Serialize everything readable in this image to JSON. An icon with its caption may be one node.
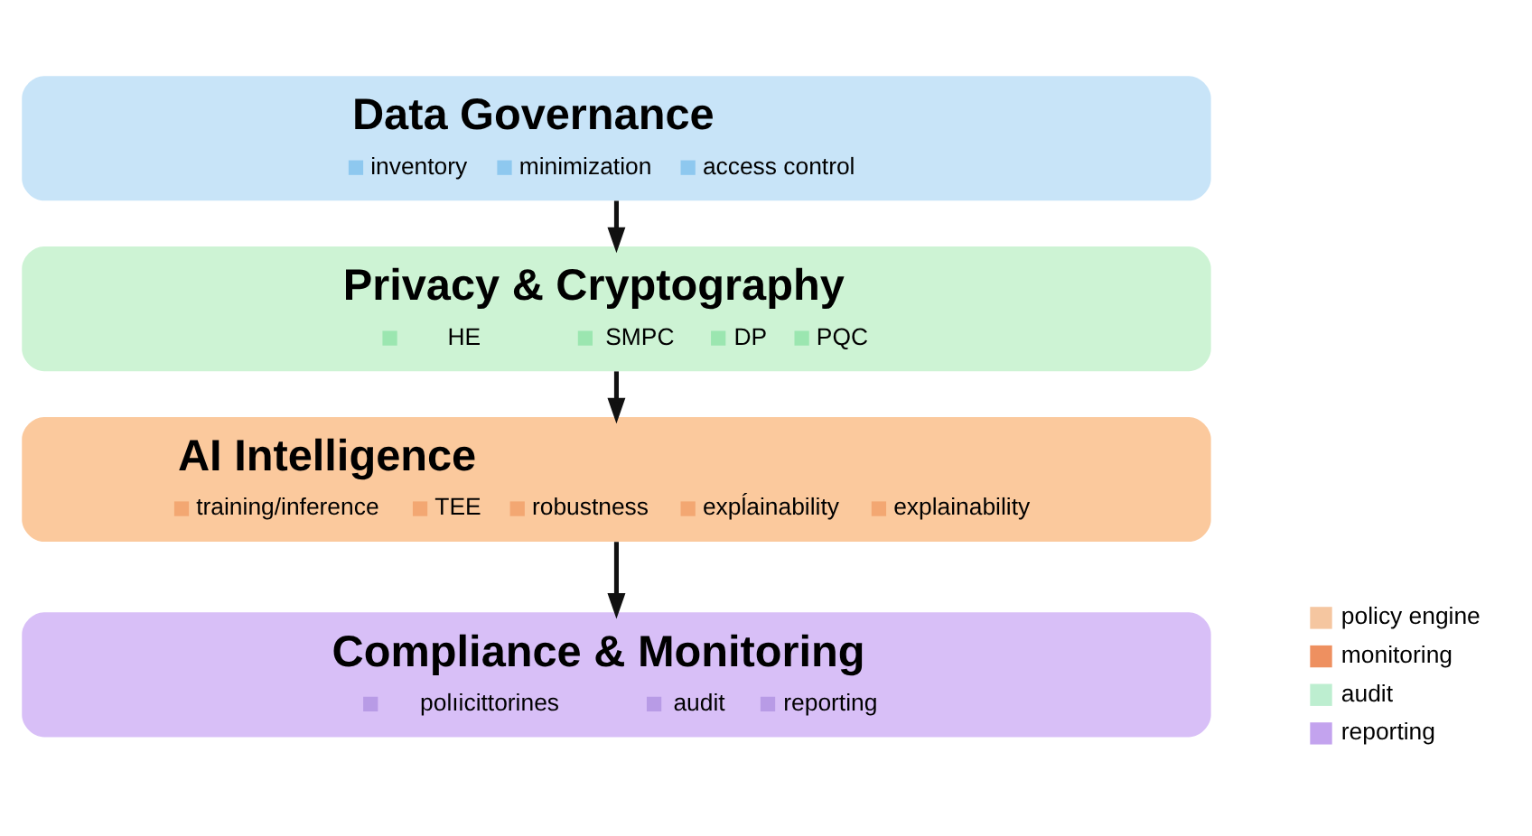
{
  "diagram": {
    "nodes": [
      {
        "text": [
          "Data Governance",
          "inventory",
          "minimization",
          "access control"
        ]
      },
      {
        "text": [
          "Privacy & Cryptography",
          "HE",
          "SMPC",
          "DP",
          "PQC"
        ]
      },
      {
        "text": [
          "AI Intelligence",
          "training/inference",
          "TEE",
          "robustness",
          "expĺainability",
          "explainability"
        ]
      },
      {
        "text": [
          "Compliance & Monitoring",
          "polıicittorines",
          "audit",
          "reporting"
        ]
      }
    ],
    "edges": [
      {
        "from": 0,
        "to": 1,
        "arrow": "to"
      },
      {
        "from": 1,
        "to": 2,
        "arrow": "to"
      },
      {
        "from": 2,
        "to": 3,
        "arrow": "to"
      }
    ],
    "legend": [
      {
        "text": "policy engine",
        "color": "#f5c6a0"
      },
      {
        "text": "monitoring",
        "color": "#ee9060"
      },
      {
        "text": "audit",
        "color": "#bdeed0"
      },
      {
        "text": "reporting",
        "color": "#c3a3ee"
      }
    ]
  }
}
